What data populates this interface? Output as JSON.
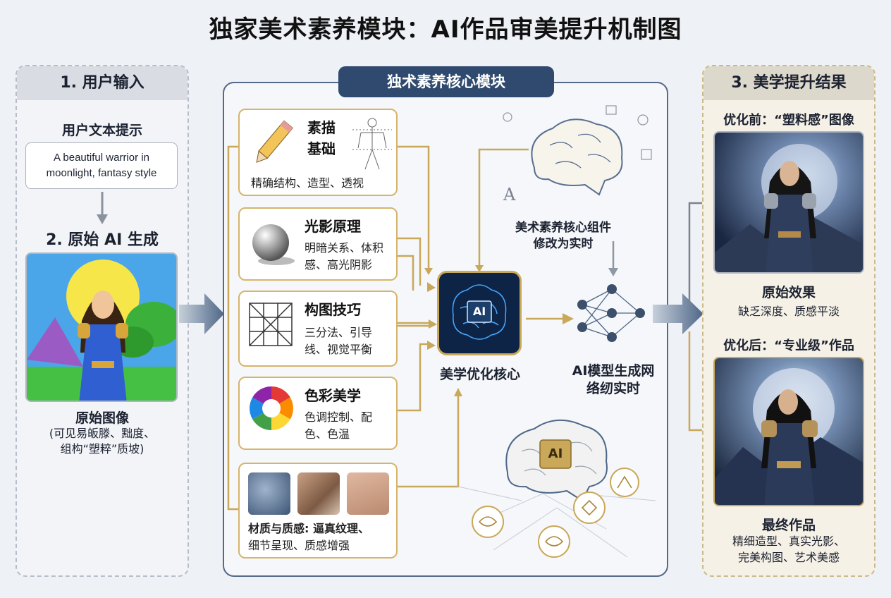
{
  "title": "独家美术素养模块：AI作品审美提升机制图",
  "left": {
    "header": "1. 用户输入",
    "prompt_label": "用户文本提示",
    "prompt_line1": "A beautiful warrior in",
    "prompt_line2": "moonlight, fantasy style",
    "gen_header": "2. 原始 AI 生成",
    "caption_title": "原始图像",
    "caption_line1": "(可见易皈滕、黜度、",
    "caption_line2": "组构“塑粹”质坡)"
  },
  "middle": {
    "header": "独术素养核心模块",
    "cards": [
      {
        "title1": "素描",
        "title2": "基础",
        "desc1": "精确结构、造型、透视"
      },
      {
        "title": "光影原理",
        "desc1": "明暗关系、体积",
        "desc2": "感、高光阴影"
      },
      {
        "title": "构图技巧",
        "desc1": "三分法、引导",
        "desc2": "线、视觉平衡"
      },
      {
        "title": "色彩美学",
        "desc1": "色调控制、配",
        "desc2": "色、色温"
      },
      {
        "desc1": "材质与质感: 逼真纹理、",
        "desc2": "细节呈现、质感增强"
      }
    ],
    "core_label": "美学优化核心",
    "core_chip": "AI",
    "component_line1": "美术素养核心组件",
    "component_line2": "修改为实时",
    "network_line1": "AI模型生成网",
    "network_line2": "络纫实时",
    "lower_chip": "AI"
  },
  "right": {
    "header": "3. 美学提升结果",
    "before_label": "优化前：“塑料感”图像",
    "before_title": "原始效果",
    "before_desc": "缺乏深度、质感平淡",
    "after_label": "优化后：“专业级”作品",
    "after_title": "最终作品",
    "after_desc1": "精细造型、真实光影、",
    "after_desc2": "完美构图、艺术美感"
  },
  "colors": {
    "accent_navy": "#2f4a6e",
    "accent_gold": "#c9a85a",
    "arrow_blue": "#4f6788"
  }
}
